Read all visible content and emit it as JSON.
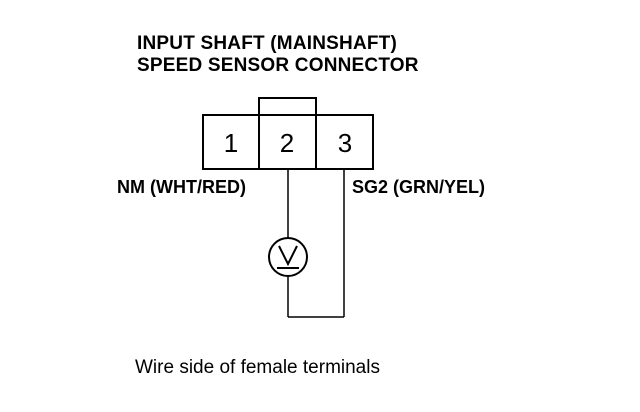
{
  "title": {
    "line1": "INPUT SHAFT (MAINSHAFT)",
    "line2": "SPEED SENSOR CONNECTOR"
  },
  "connector": {
    "terminals": [
      {
        "number": "1"
      },
      {
        "number": "2"
      },
      {
        "number": "3"
      }
    ]
  },
  "wires": {
    "left_label": "NM (WHT/RED)",
    "right_label": "SG2 (GRN/YEL)"
  },
  "meter": {
    "symbol": "V",
    "icon": "voltmeter-icon"
  },
  "caption": "Wire side of female terminals",
  "colors": {
    "ink": "#000000",
    "background": "#ffffff"
  }
}
